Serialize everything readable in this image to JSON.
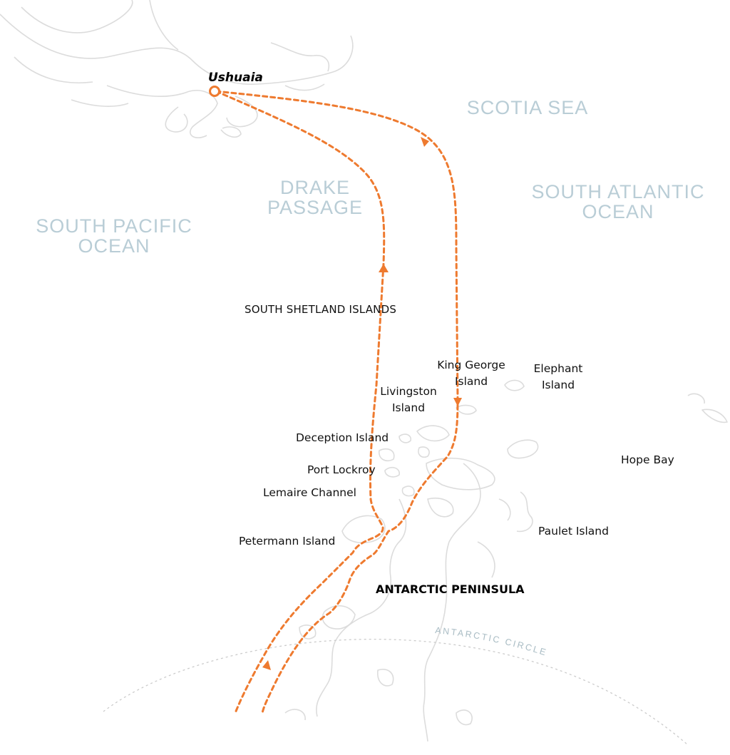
{
  "map": {
    "seas": {
      "scotia_sea": "SCOTIA SEA",
      "drake_passage_1": "DRAKE",
      "drake_passage_2": "PASSAGE",
      "south_atlantic_1": "SOUTH ATLANTIC",
      "south_atlantic_2": "OCEAN",
      "south_pacific_1": "SOUTH PACIFIC",
      "south_pacific_2": "OCEAN"
    },
    "port": "Ushuaia",
    "regions": {
      "south_shetland": "SOUTH SHETLAND ISLANDS",
      "antarctic_peninsula": "ANTARCTIC PENINSULA"
    },
    "places": {
      "king_george_1": "King George",
      "king_george_2": "Island",
      "elephant_1": "Elephant",
      "elephant_2": "Island",
      "livingston_1": "Livingston",
      "livingston_2": "Island",
      "deception": "Deception Island",
      "port_lockroy": "Port Lockroy",
      "lemaire": "Lemaire Channel",
      "petermann": "Petermann Island",
      "hope_bay": "Hope Bay",
      "paulet": "Paulet Island"
    },
    "antarctic_circle": "ANTARCTIC CIRCLE",
    "colors": {
      "route": "#ee7a2f",
      "sea_label": "#b9cdd6",
      "land_outline": "#dcdcdc",
      "circle": "#cccccc"
    }
  }
}
